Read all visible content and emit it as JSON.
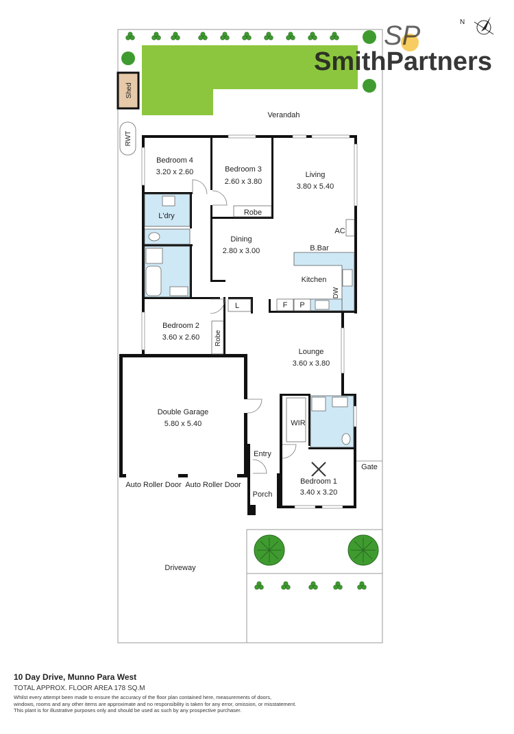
{
  "brand": {
    "monogram": "SP",
    "name": "SmithPartners"
  },
  "compass": {
    "label": "N"
  },
  "site": {
    "verandah": "Verandah",
    "shed": "Shed",
    "rwt": "RWT",
    "gate": "Gate",
    "driveway": "Driveway",
    "roller_door_left": "Auto Roller Door",
    "roller_door_right": "Auto Roller Door"
  },
  "rooms": {
    "bedroom4": {
      "name": "Bedroom 4",
      "size": "3.20 x 2.60"
    },
    "bedroom3": {
      "name": "Bedroom 3",
      "size": "2.60 x 3.80"
    },
    "living": {
      "name": "Living",
      "size": "3.80 x 5.40"
    },
    "laundry": {
      "name": "L'dry"
    },
    "robe3": {
      "name": "Robe"
    },
    "ac": {
      "name": "AC"
    },
    "dining": {
      "name": "Dining",
      "size": "2.80 x 3.00"
    },
    "bbar": {
      "name": "B.Bar"
    },
    "kitchen": {
      "name": "Kitchen"
    },
    "dw": {
      "name": "DW"
    },
    "fridge": {
      "name": "F"
    },
    "pantry": {
      "name": "P"
    },
    "linen": {
      "name": "L"
    },
    "bedroom2": {
      "name": "Bedroom 2",
      "size": "3.60 x 2.60"
    },
    "robe2": {
      "name": "Robe"
    },
    "lounge": {
      "name": "Lounge",
      "size": "3.60 x 3.80"
    },
    "garage": {
      "name": "Double Garage",
      "size": "5.80 x 5.40"
    },
    "wir": {
      "name": "WIR"
    },
    "entry": {
      "name": "Entry"
    },
    "porch": {
      "name": "Porch"
    },
    "bedroom1": {
      "name": "Bedroom 1",
      "size": "3.40 x 3.20"
    }
  },
  "footer": {
    "address": "10 Day Drive, Munno Para West",
    "area": "TOTAL APPROX. FLOOR AREA 178 SQ.M",
    "disclaimer_lines": [
      "Whilst every attempt been made to ensure the accuracy of the floor plan contained here, measurements of doors,",
      "windows, rooms and any other items are approximate and no responsibility is taken for any error, omission, or misstatement.",
      "This plant is for illustrative purposes only and should be used as such by any prospective purchaser."
    ]
  },
  "colors": {
    "lawn": "#8cc63f",
    "wet_area": "#cfe8f5",
    "shed": "#e5c9a8",
    "walls": "#111111",
    "brand_text": "#8a8a8a",
    "logo_yellow": "#f6c445",
    "logo_blue": "#6cb9e6",
    "shrub_green": "#3f9b2f"
  }
}
